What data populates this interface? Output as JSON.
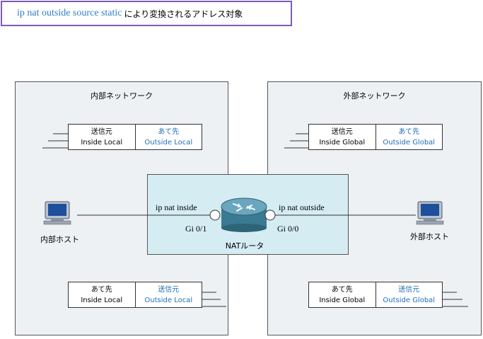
{
  "title": {
    "command": "ip nat outside source static",
    "rest": "により変換されるアドレス対象"
  },
  "inside_network": {
    "label": "内部ネットワーク",
    "host_label": "内部ホスト",
    "top_table": {
      "left": {
        "role": "送信元",
        "type": "Inside Local"
      },
      "right": {
        "role": "あて先",
        "type": "Outside Local"
      }
    },
    "bottom_table": {
      "left": {
        "role": "あて先",
        "type": "Inside Local"
      },
      "right": {
        "role": "送信元",
        "type": "Outside Local"
      }
    }
  },
  "outside_network": {
    "label": "外部ネットワーク",
    "host_label": "外部ホスト",
    "top_table": {
      "left": {
        "role": "送信元",
        "type": "Inside Global"
      },
      "right": {
        "role": "あて先",
        "type": "Outside Global"
      }
    },
    "bottom_table": {
      "left": {
        "role": "あて先",
        "type": "Inside Global"
      },
      "right": {
        "role": "送信元",
        "type": "Outside Global"
      }
    }
  },
  "router": {
    "label": "NATルータ",
    "inside_if_cmd": "ip nat inside",
    "outside_if_cmd": "ip nat outside",
    "inside_port": "Gi 0/1",
    "outside_port": "Gi 0/0"
  },
  "colors": {
    "title_border": "#7e5ab8",
    "command_text": "#2f7fc2",
    "blue_text": "#1f6fb5",
    "panel_bg": "#eef1f4",
    "router_bg": "#d5ecf3"
  },
  "icons": [
    "pc-icon",
    "router-icon"
  ]
}
